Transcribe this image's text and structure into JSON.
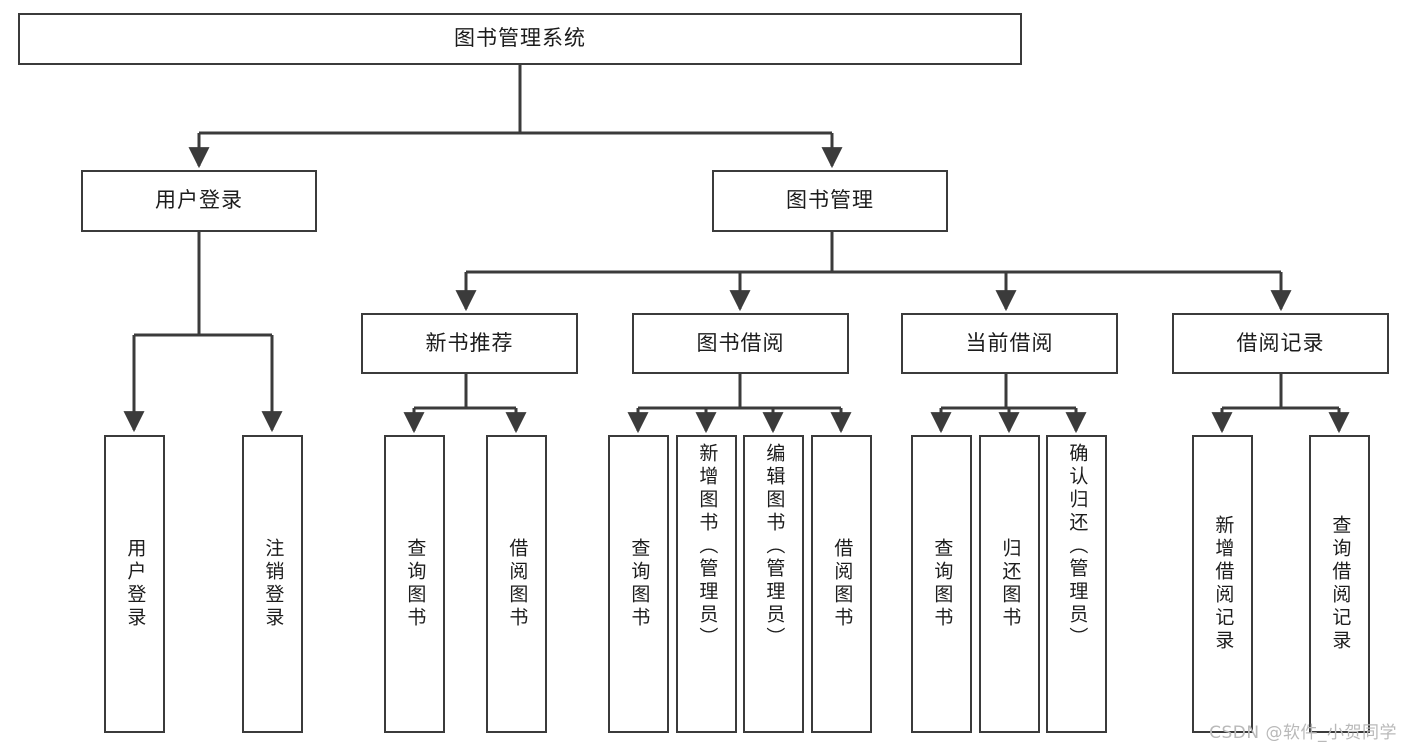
{
  "diagram": {
    "title_node": {
      "label": "图书管理系统"
    },
    "level2": [
      {
        "id": "user-login",
        "label": "用户登录"
      },
      {
        "id": "book-management",
        "label": "图书管理"
      }
    ],
    "level3": [
      {
        "id": "new-book-recommend",
        "label": "新书推荐"
      },
      {
        "id": "book-borrow",
        "label": "图书借阅"
      },
      {
        "id": "current-borrow",
        "label": "当前借阅"
      },
      {
        "id": "borrow-record",
        "label": "借阅记录"
      }
    ],
    "leaves": {
      "user_login": [
        {
          "id": "leaf-user-login",
          "label": "用户登录"
        },
        {
          "id": "leaf-logout-login",
          "label": "注销登录"
        }
      ],
      "new_book_recommend": [
        {
          "id": "leaf-query-book-1",
          "label": "查询图书"
        },
        {
          "id": "leaf-borrow-book-1",
          "label": "借阅图书"
        }
      ],
      "book_borrow": [
        {
          "id": "leaf-query-book-2",
          "label": "查询图书"
        },
        {
          "id": "leaf-add-book",
          "label": "新增图书（管理员）"
        },
        {
          "id": "leaf-edit-book",
          "label": "编辑图书（管理员）"
        },
        {
          "id": "leaf-borrow-book-2",
          "label": "借阅图书"
        }
      ],
      "current_borrow": [
        {
          "id": "leaf-query-book-3",
          "label": "查询图书"
        },
        {
          "id": "leaf-return-book",
          "label": "归还图书"
        },
        {
          "id": "leaf-confirm-return",
          "label": "确认归还（管理员）"
        }
      ],
      "borrow_record": [
        {
          "id": "leaf-add-borrow-record",
          "label": "新增借阅记录"
        },
        {
          "id": "leaf-query-borrow-record",
          "label": "查询借阅记录"
        }
      ]
    },
    "colors": {
      "stroke": "#3b3b3b",
      "fill": "#ffffff",
      "text": "#1c1c1c",
      "watermark": "#b9b9b9"
    }
  },
  "watermark": {
    "text": "CSDN @软件_小贺同学"
  }
}
